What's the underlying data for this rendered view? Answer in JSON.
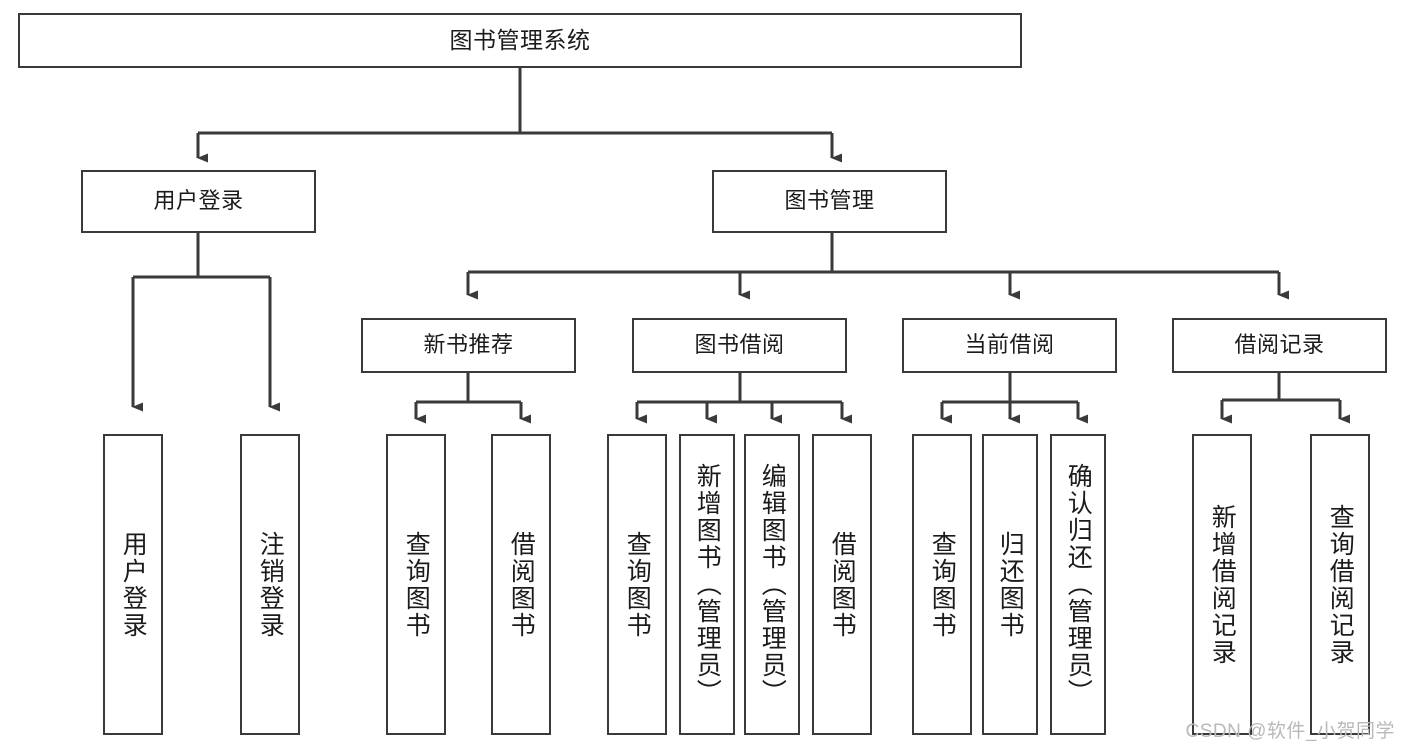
{
  "diagram": {
    "type": "tree-hierarchy",
    "title": "图书管理系统",
    "watermark": "CSDN @软件_小贺同学",
    "colors": {
      "box_border": "#3a3a3a",
      "box_fill": "#ffffff",
      "connector": "#3a3a3a",
      "text": "#1b1b1b",
      "watermark": "#b9b9b9",
      "background": "#ffffff"
    },
    "levels": {
      "root": {
        "label": "图书管理系统"
      },
      "level2": [
        {
          "id": "user-login",
          "label": "用户登录"
        },
        {
          "id": "book-management",
          "label": "图书管理"
        }
      ],
      "level3": [
        {
          "id": "new-book-recommend",
          "label": "新书推荐",
          "parent": "book-management"
        },
        {
          "id": "book-borrow",
          "label": "图书借阅",
          "parent": "book-management"
        },
        {
          "id": "current-borrow",
          "label": "当前借阅",
          "parent": "book-management"
        },
        {
          "id": "borrow-record",
          "label": "借阅记录",
          "parent": "book-management"
        }
      ],
      "leaves": [
        {
          "id": "leaf-user-login",
          "label": "用户登录",
          "parent": "user-login"
        },
        {
          "id": "leaf-logout-login",
          "label": "注销登录",
          "parent": "user-login"
        },
        {
          "id": "leaf-query-book-1",
          "label": "查询图书",
          "parent": "new-book-recommend"
        },
        {
          "id": "leaf-borrow-book-1",
          "label": "借阅图书",
          "parent": "new-book-recommend"
        },
        {
          "id": "leaf-query-book-2",
          "label": "查询图书",
          "parent": "book-borrow"
        },
        {
          "id": "leaf-add-book",
          "label": "新增图书（管理员）",
          "parent": "book-borrow"
        },
        {
          "id": "leaf-edit-book",
          "label": "编辑图书（管理员）",
          "parent": "book-borrow"
        },
        {
          "id": "leaf-borrow-book-2",
          "label": "借阅图书",
          "parent": "book-borrow"
        },
        {
          "id": "leaf-query-book-3",
          "label": "查询图书",
          "parent": "current-borrow"
        },
        {
          "id": "leaf-return-book",
          "label": "归还图书",
          "parent": "current-borrow"
        },
        {
          "id": "leaf-confirm-return",
          "label": "确认归还（管理员）",
          "parent": "current-borrow"
        },
        {
          "id": "leaf-add-record",
          "label": "新增借阅记录",
          "parent": "borrow-record"
        },
        {
          "id": "leaf-query-record",
          "label": "查询借阅记录",
          "parent": "borrow-record"
        }
      ]
    }
  }
}
